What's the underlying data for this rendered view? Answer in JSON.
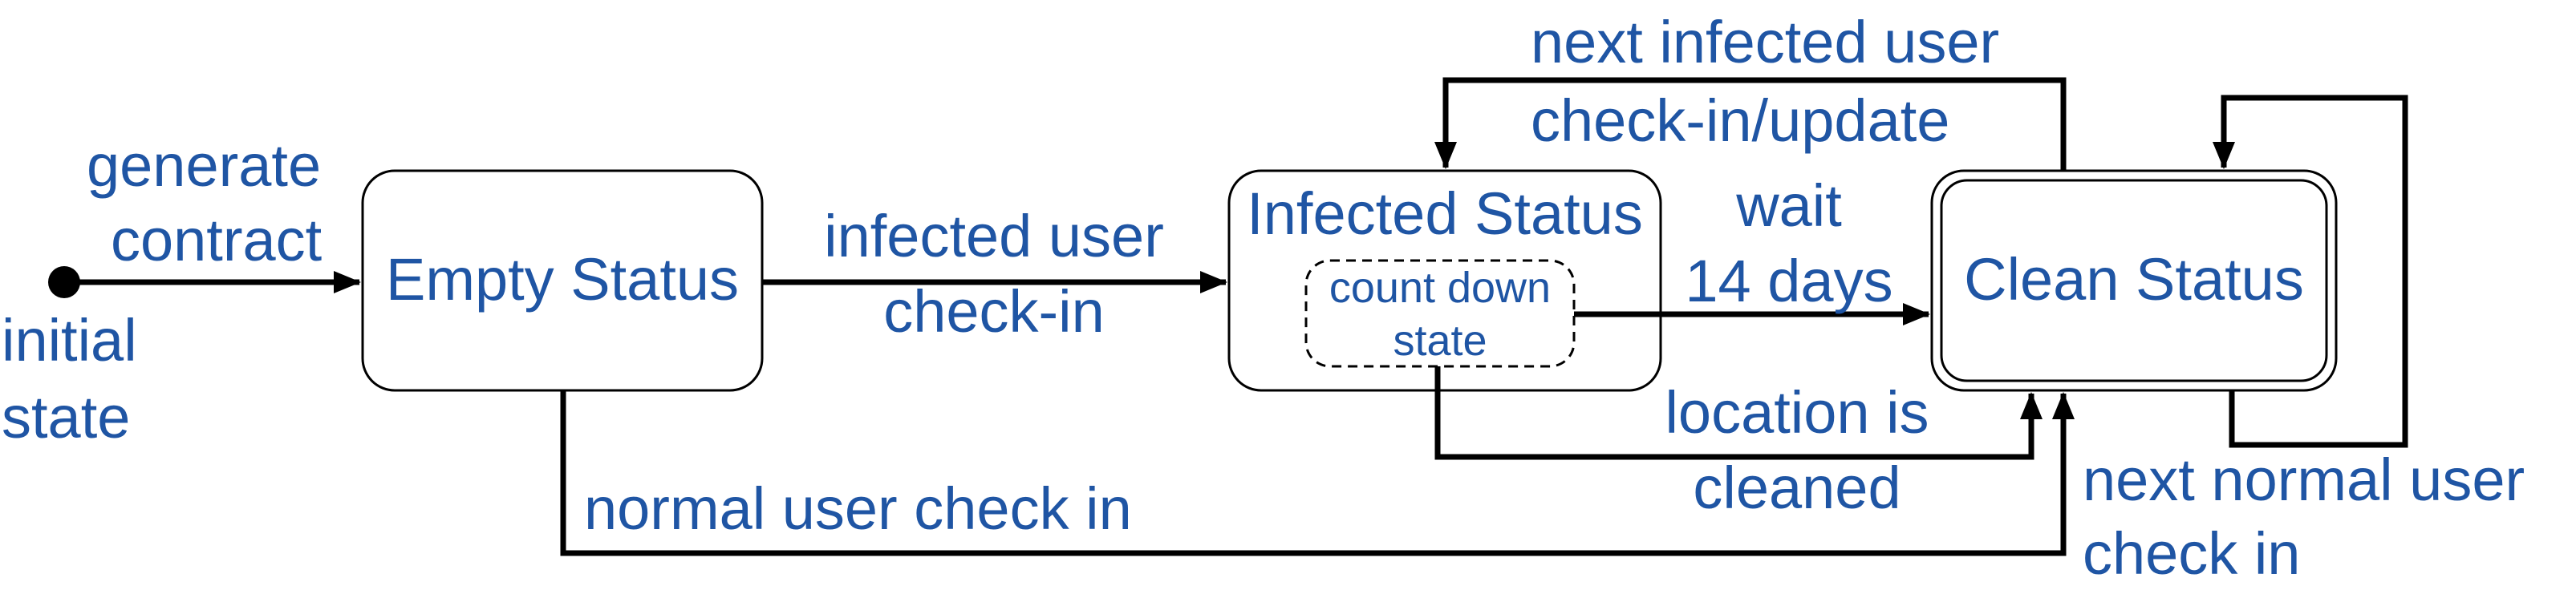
{
  "colors": {
    "text": "#1f55a4",
    "line": "#000000",
    "box_fill": "#ffffff"
  },
  "initial": {
    "label_line1": "initial",
    "label_line2": "state",
    "transition_line1": "generate",
    "transition_line2": "contract"
  },
  "states": {
    "empty": "Empty Status",
    "infected": "Infected Status",
    "countdown_line1": "count down",
    "countdown_line2": "state",
    "clean": "Clean Status"
  },
  "transitions": {
    "infected_checkin_line1": "infected user",
    "infected_checkin_line2": "check-in",
    "next_infected_line1": "next infected user",
    "next_infected_line2": "check-in/update",
    "wait_line1": "wait",
    "wait_line2": "14 days",
    "location_line1": "location is",
    "location_line2": "cleaned",
    "normal_checkin": "normal user check in",
    "next_normal_line1": "next normal user",
    "next_normal_line2": "check in"
  }
}
